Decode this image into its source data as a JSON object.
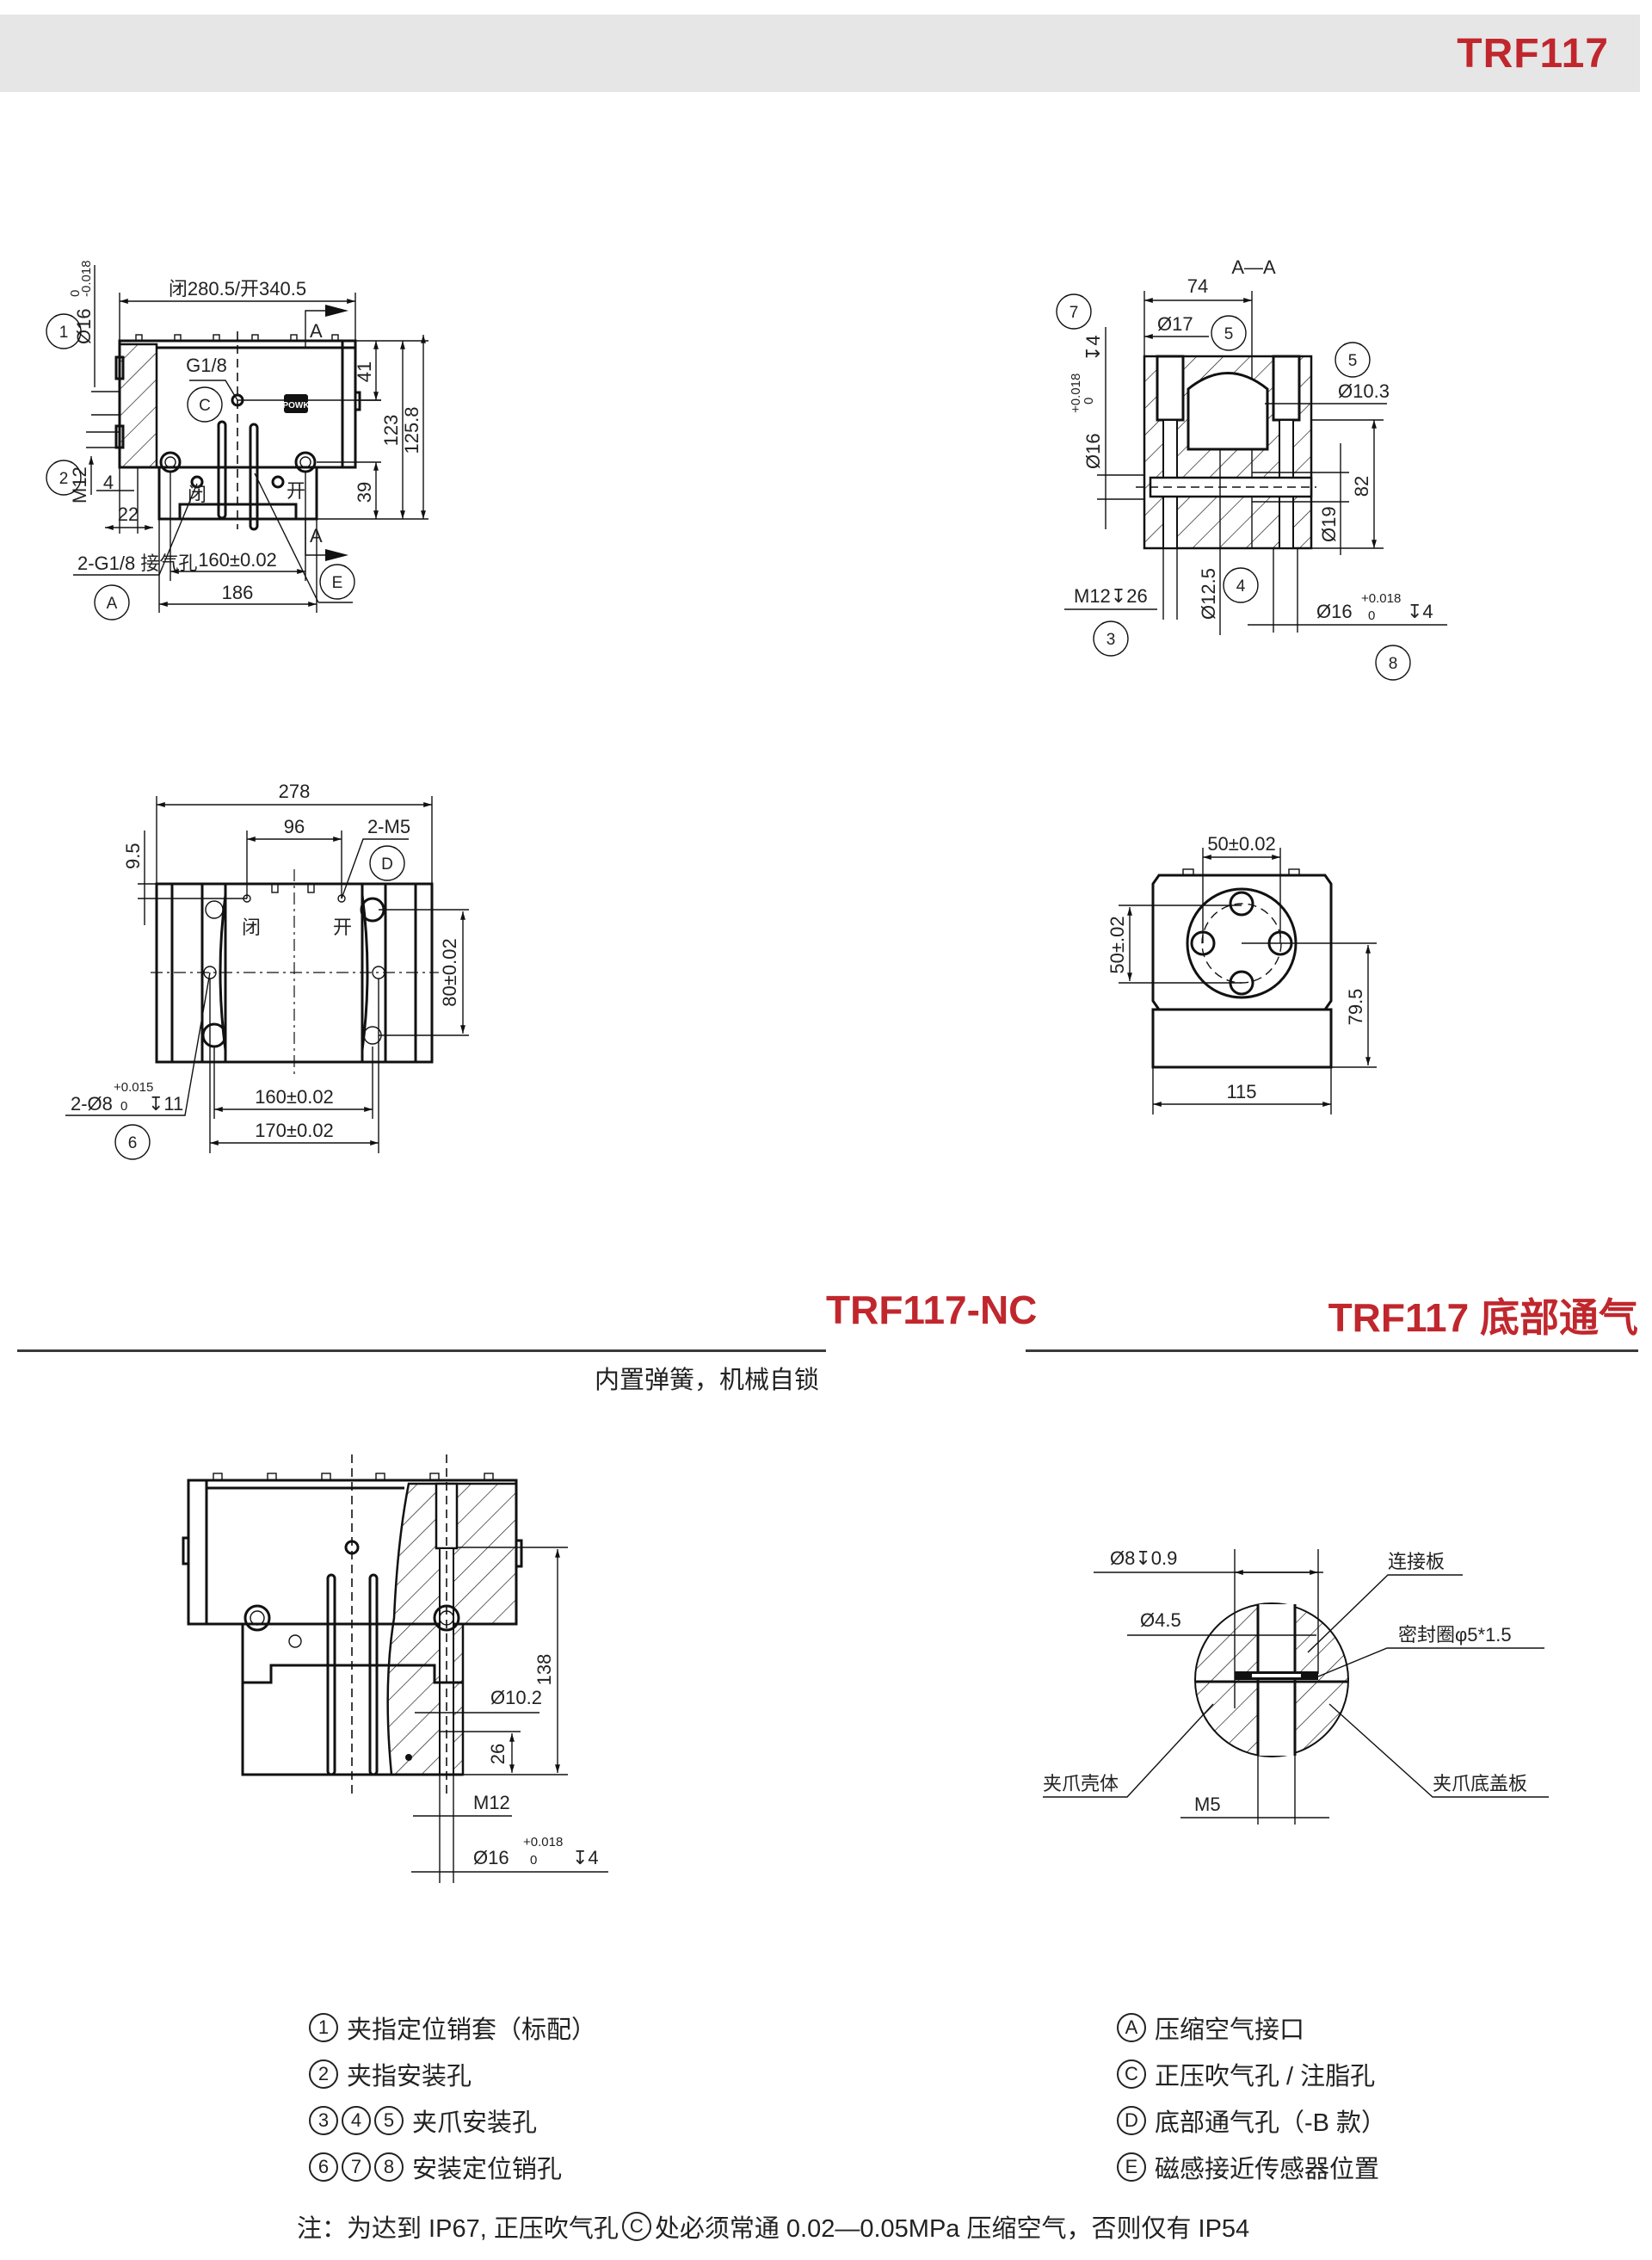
{
  "header": {
    "title": "TRF117"
  },
  "sections": {
    "nc": {
      "title": "TRF117-NC",
      "subtitle": "内置弹簧，机械自锁"
    },
    "vent": {
      "title": "TRF117 底部通气"
    }
  },
  "front_view": {
    "overall": "闭280.5/开340.5",
    "section_mark": "A",
    "g18": "G1/8",
    "logo": "POWK",
    "close": "闭",
    "open": "开",
    "d41": "41",
    "d123": "123",
    "d125": "125.8",
    "d39": "39",
    "phi16": "Ø16",
    "tol_up": "0",
    "tol_low": "-0.018",
    "m12": "M12",
    "d4": "4",
    "d22": "22",
    "air": "2-G1/8 接气孔",
    "d160": "160±0.02",
    "d186": "186",
    "markers": {
      "m1": "1",
      "m2": "2",
      "mA": "A",
      "mC": "C",
      "mE": "E"
    }
  },
  "section_view": {
    "title": "A—A",
    "d74": "74",
    "phi17": "Ø17",
    "phi103": "Ø10.3",
    "d82": "82",
    "phi19": "Ø19",
    "phi16": "Ø16",
    "tol_up": "+0.018",
    "tol_low": "0",
    "depth4": "↧4",
    "m12": "M12↧26",
    "phi125": "Ø12.5",
    "markers": {
      "m7": "7",
      "m5a": "5",
      "m5b": "5",
      "m4": "4",
      "m3": "3",
      "m8": "8"
    }
  },
  "bottom_view": {
    "d278": "278",
    "d96": "96",
    "m5": "2-M5",
    "d95": "9.5",
    "d80": "80±0.02",
    "d160": "160±0.02",
    "d170": "170±0.02",
    "pin": "2-Ø8",
    "tol_up": "+0.015",
    "tol_low": "0",
    "depth": "↧11",
    "close": "闭",
    "open": "开",
    "markers": {
      "mD": "D",
      "m6": "6"
    }
  },
  "end_view": {
    "d50h": "50±0.02",
    "d50v": "50±.02",
    "d795": "79.5",
    "d115": "115"
  },
  "nc_view": {
    "d138": "138",
    "phi102": "Ø10.2",
    "d26": "26",
    "m12": "M12",
    "phi16": "Ø16",
    "tol_up": "+0.018",
    "tol_low": "0",
    "depth4": "↧4"
  },
  "vent_detail": {
    "phi8": "Ø8↧0.9",
    "phi45": "Ø4.5",
    "plate": "连接板",
    "seal": "密封圈φ5*1.5",
    "housing": "夹爪壳体",
    "m5": "M5",
    "cover": "夹爪底盖板"
  },
  "legend": {
    "left": [
      {
        "markers": [
          "1"
        ],
        "text": "夹指定位销套（标配）"
      },
      {
        "markers": [
          "2"
        ],
        "text": "夹指安装孔"
      },
      {
        "markers": [
          "3",
          "4",
          "5"
        ],
        "text": "夹爪安装孔"
      },
      {
        "markers": [
          "6",
          "7",
          "8"
        ],
        "text": "安装定位销孔"
      }
    ],
    "right": [
      {
        "markers": [
          "A"
        ],
        "text": "压缩空气接口"
      },
      {
        "markers": [
          "C"
        ],
        "text": "正压吹气孔 / 注脂孔"
      },
      {
        "markers": [
          "D"
        ],
        "text": "底部通气孔（-B 款）"
      },
      {
        "markers": [
          "E"
        ],
        "text": "磁感接近传感器位置"
      }
    ]
  },
  "note": {
    "prefix": "注：为达到 IP67, 正压吹气孔",
    "marker": "C",
    "suffix": "处必须常通 0.02—0.05MPa 压缩空气，否则仅有 IP54"
  },
  "colors": {
    "accent": "#c0272d",
    "header_bg": "#e6e6e6"
  }
}
